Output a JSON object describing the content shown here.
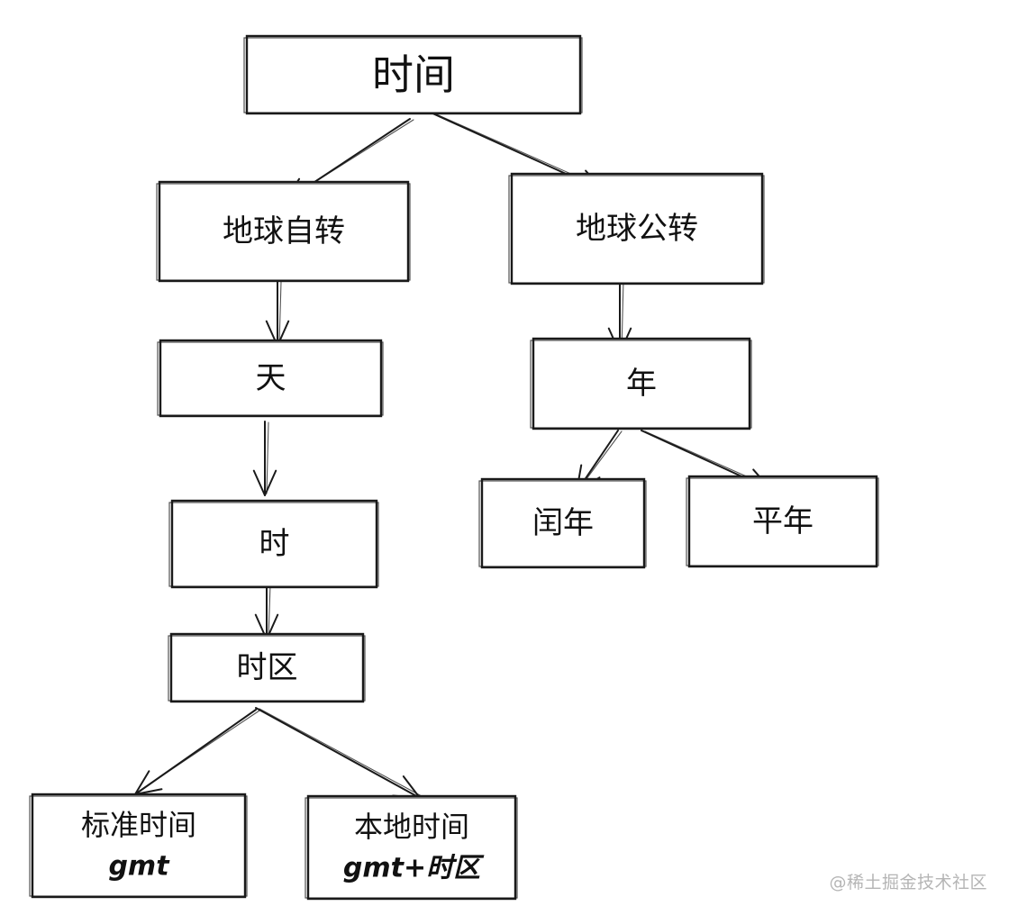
{
  "diagram": {
    "nodes": [
      {
        "id": "time",
        "lines": [
          "时间"
        ]
      },
      {
        "id": "rotation",
        "lines": [
          "地球自转"
        ]
      },
      {
        "id": "revolution",
        "lines": [
          "地球公转"
        ]
      },
      {
        "id": "day",
        "lines": [
          "天"
        ]
      },
      {
        "id": "year",
        "lines": [
          "年"
        ]
      },
      {
        "id": "hour",
        "lines": [
          "时"
        ]
      },
      {
        "id": "leap-year",
        "lines": [
          "闰年"
        ]
      },
      {
        "id": "common-year",
        "lines": [
          "平年"
        ]
      },
      {
        "id": "timezone",
        "lines": [
          "时区"
        ]
      },
      {
        "id": "standard-time",
        "lines": [
          "标准时间",
          "gmt"
        ]
      },
      {
        "id": "local-time",
        "lines": [
          "本地时间",
          "gmt+时区"
        ]
      }
    ],
    "edges": [
      {
        "from": "time",
        "to": "rotation"
      },
      {
        "from": "time",
        "to": "revolution"
      },
      {
        "from": "rotation",
        "to": "day"
      },
      {
        "from": "day",
        "to": "hour"
      },
      {
        "from": "hour",
        "to": "timezone"
      },
      {
        "from": "timezone",
        "to": "standard-time"
      },
      {
        "from": "timezone",
        "to": "local-time"
      },
      {
        "from": "revolution",
        "to": "year"
      },
      {
        "from": "year",
        "to": "leap-year"
      },
      {
        "from": "year",
        "to": "common-year"
      }
    ]
  },
  "watermark": {
    "text": "@稀土掘金技术社区"
  }
}
